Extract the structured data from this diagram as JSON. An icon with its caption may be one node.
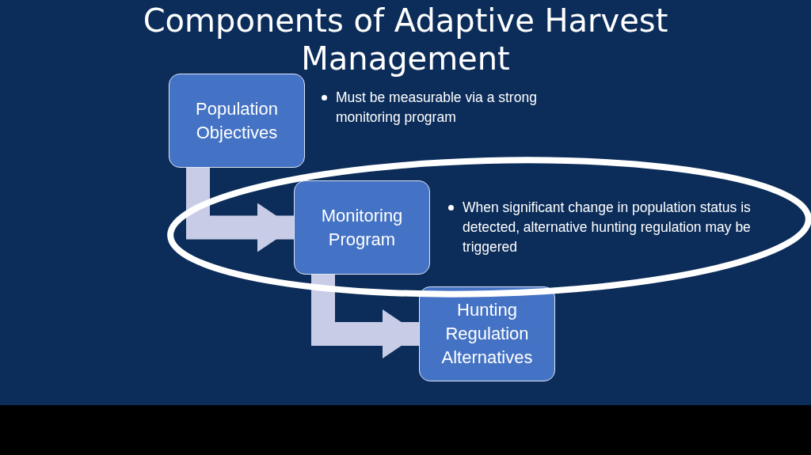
{
  "diagram": {
    "title": "Components of Adaptive Harvest Management",
    "nodes": [
      {
        "text": [
          "Population Objectives"
        ],
        "beside": [
          "Must be measurable via a strong monitoring program"
        ]
      },
      {
        "text": [
          "Monitoring Program"
        ],
        "beside": [
          "When significant change in population status is detected, alternative hunting regulation may be triggered"
        ]
      },
      {
        "text": [
          "Hunting Regulation Alternatives"
        ]
      }
    ],
    "edges": [
      {
        "from": 0,
        "to": 1,
        "arrow": "to"
      },
      {
        "from": 1,
        "to": 2,
        "arrow": "to"
      }
    ]
  }
}
